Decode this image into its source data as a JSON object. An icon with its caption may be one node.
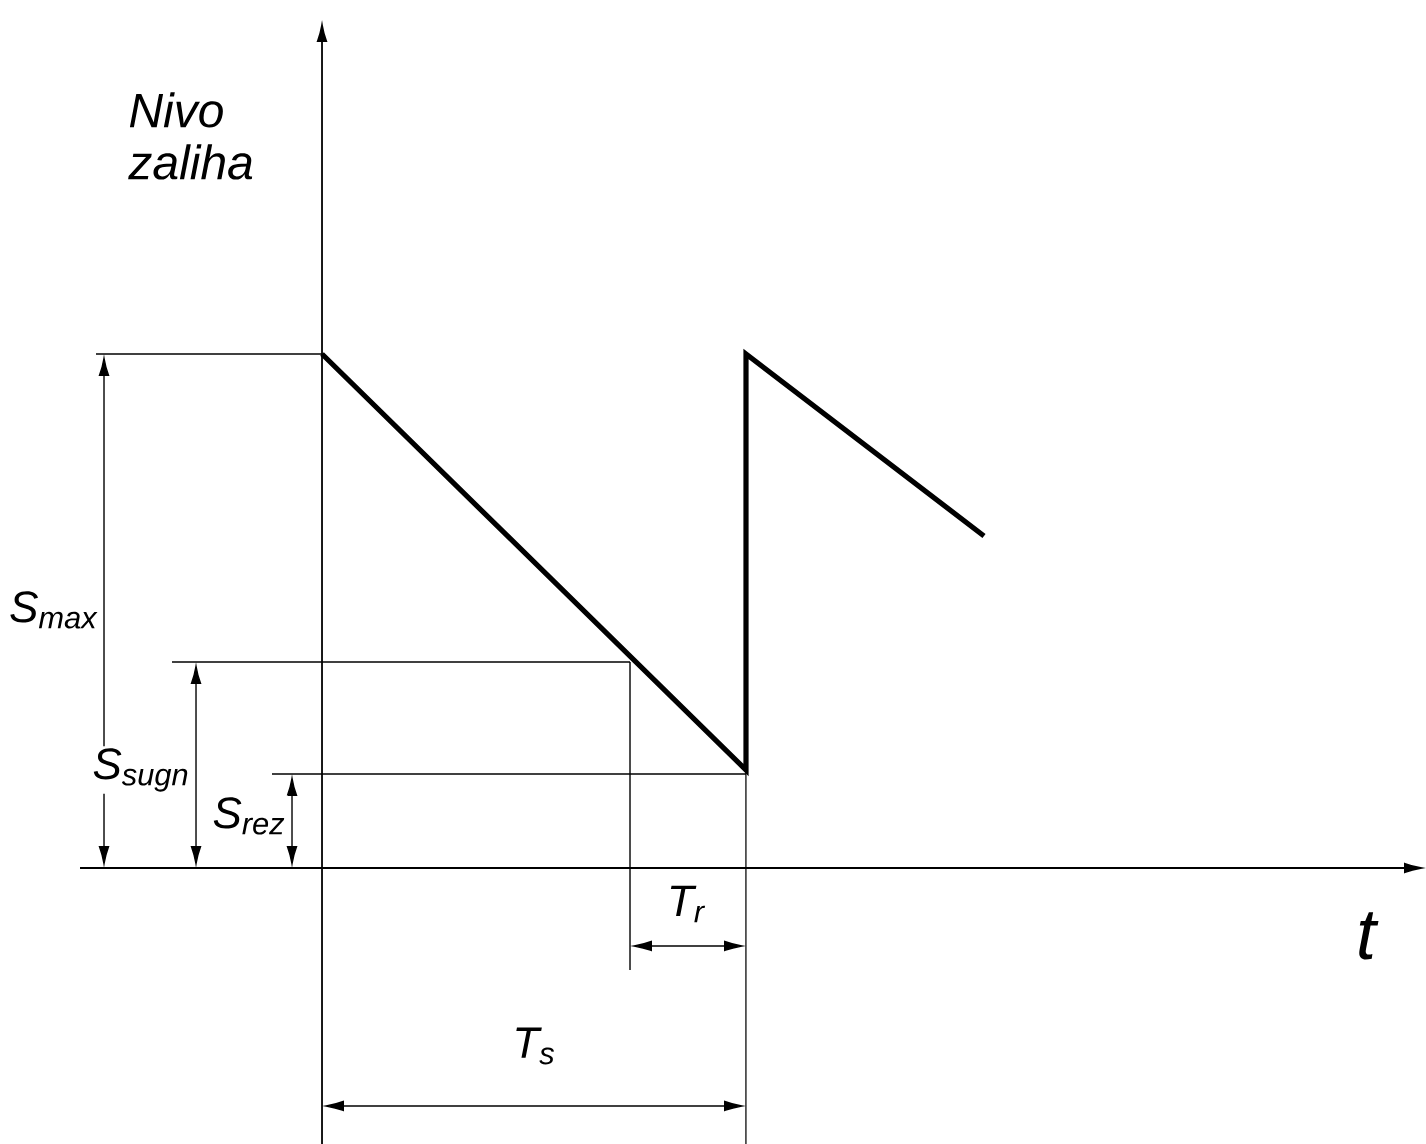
{
  "diagram": {
    "labels": [
      "Nivo zaliha",
      "S$_{max}$",
      "S$_{sugn}$",
      "S$_{rez}$",
      "T$_{r}$",
      "t",
      "T$_{s}$"
    ]
  }
}
